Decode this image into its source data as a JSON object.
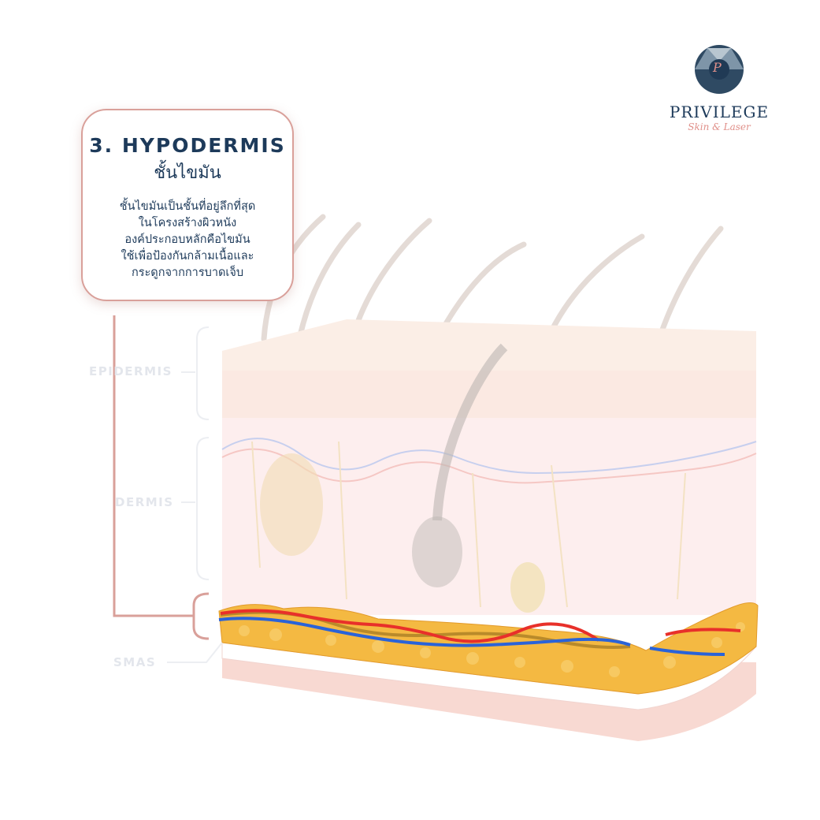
{
  "card": {
    "title": "3. HYPODERMIS",
    "subtitle": "ชั้นไขมัน",
    "lines": [
      "ชั้นไขมันเป็นชั้นที่อยู่ลึกที่สุด",
      "ในโครงสร้างผิวหนัง",
      "องค์ประกอบหลักคือไขมัน",
      "ใช้เพื่อป้องกันกล้ามเนื้อและ",
      "กระดูกจากการบาดเจ็บ"
    ]
  },
  "layers": {
    "epidermis": "EPIDERMIS",
    "dermis": "DERMIS",
    "smas": "SMAS"
  },
  "logo": {
    "name": "PRIVILEGE",
    "tagline": "Skin & Laser",
    "monogram": "P"
  },
  "colors": {
    "accent": "#d9a09a",
    "text": "#1d3a5a",
    "fat": "#f2b53c",
    "artery": "#e8302a",
    "vein": "#2a63d8"
  }
}
